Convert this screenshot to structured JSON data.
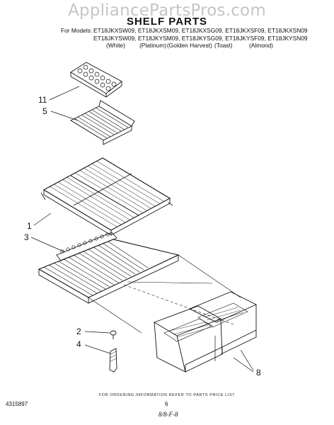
{
  "watermark": "AppliancePartsPros.com",
  "title": "SHELF PARTS",
  "models": {
    "label": "For Models:",
    "line1": "ET18JKXSW09, ET18JKXSM09, ET18JKXSG09, ET18JKXSF09, ET18JKXSN09",
    "line2": "ET18JKYSW09, ET18JKYSM09, ET18JKYSG09, ET18JKYSF09, ET18JKYSN09"
  },
  "colors": [
    "(White)",
    "(Platinum)",
    "(Golden Harvest)",
    "(Toast)",
    "(Almond)"
  ],
  "callouts": [
    "11",
    "5",
    "1",
    "3",
    "2",
    "4",
    "8"
  ],
  "footer": {
    "note": "FOR ORDERING INFORMATION REFER TO PARTS PRICE LIST",
    "page": "6",
    "doc_number": "4315897",
    "date": "8/8-F-8"
  }
}
